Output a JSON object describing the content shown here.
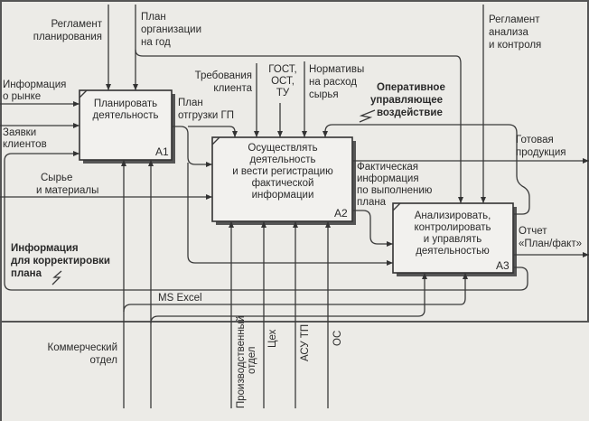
{
  "blocks": {
    "a1": {
      "lines": [
        "Планировать",
        "деятельность"
      ],
      "code": "A1"
    },
    "a2": {
      "lines": [
        "Осуществлять",
        "деятельность",
        "и вести регистрацию",
        "фактической",
        "информации"
      ],
      "code": "A2"
    },
    "a3": {
      "lines": [
        "Анализировать,",
        "контролировать",
        "и управлять",
        "деятельностью"
      ],
      "code": "A3"
    }
  },
  "controls": {
    "reglament_planning": [
      "Регламент",
      "планирования"
    ],
    "plan_year": [
      "План",
      "организации",
      "на год"
    ],
    "client_req": [
      "Требования",
      "клиента"
    ],
    "gost": [
      "ГОСТ,",
      "ОСТ,",
      "ТУ"
    ],
    "norms": [
      "Нормативы",
      "на расход",
      "сырья"
    ],
    "operative": [
      "Оперативное",
      "управляющее",
      "воздействие"
    ],
    "reglament_analysis": [
      "Регламент",
      "анализа",
      "и контроля"
    ]
  },
  "inputs": {
    "market_info": [
      "Информация",
      "о рынке"
    ],
    "client_orders": [
      "Заявки",
      "клиентов"
    ],
    "raw": [
      "Сырье",
      "и материалы"
    ],
    "correction": [
      "Информация",
      "для корректировки",
      "плана"
    ]
  },
  "outputs": {
    "shipment_plan": [
      "План",
      "отгрузки ГП"
    ],
    "fact_info": [
      "Фактическая",
      "информация",
      "по выполнению",
      "плана"
    ],
    "finished": [
      "Готовая",
      "продукция"
    ],
    "report": [
      "Отчет",
      "«План/факт»"
    ]
  },
  "mechanisms": {
    "commercial": [
      "Коммерческий",
      "отдел"
    ],
    "excel": "MS Excel",
    "production": [
      "Производственный",
      "отдел"
    ],
    "shop": "Цех",
    "asutp": "АСУ ТП",
    "os": "ОС"
  }
}
